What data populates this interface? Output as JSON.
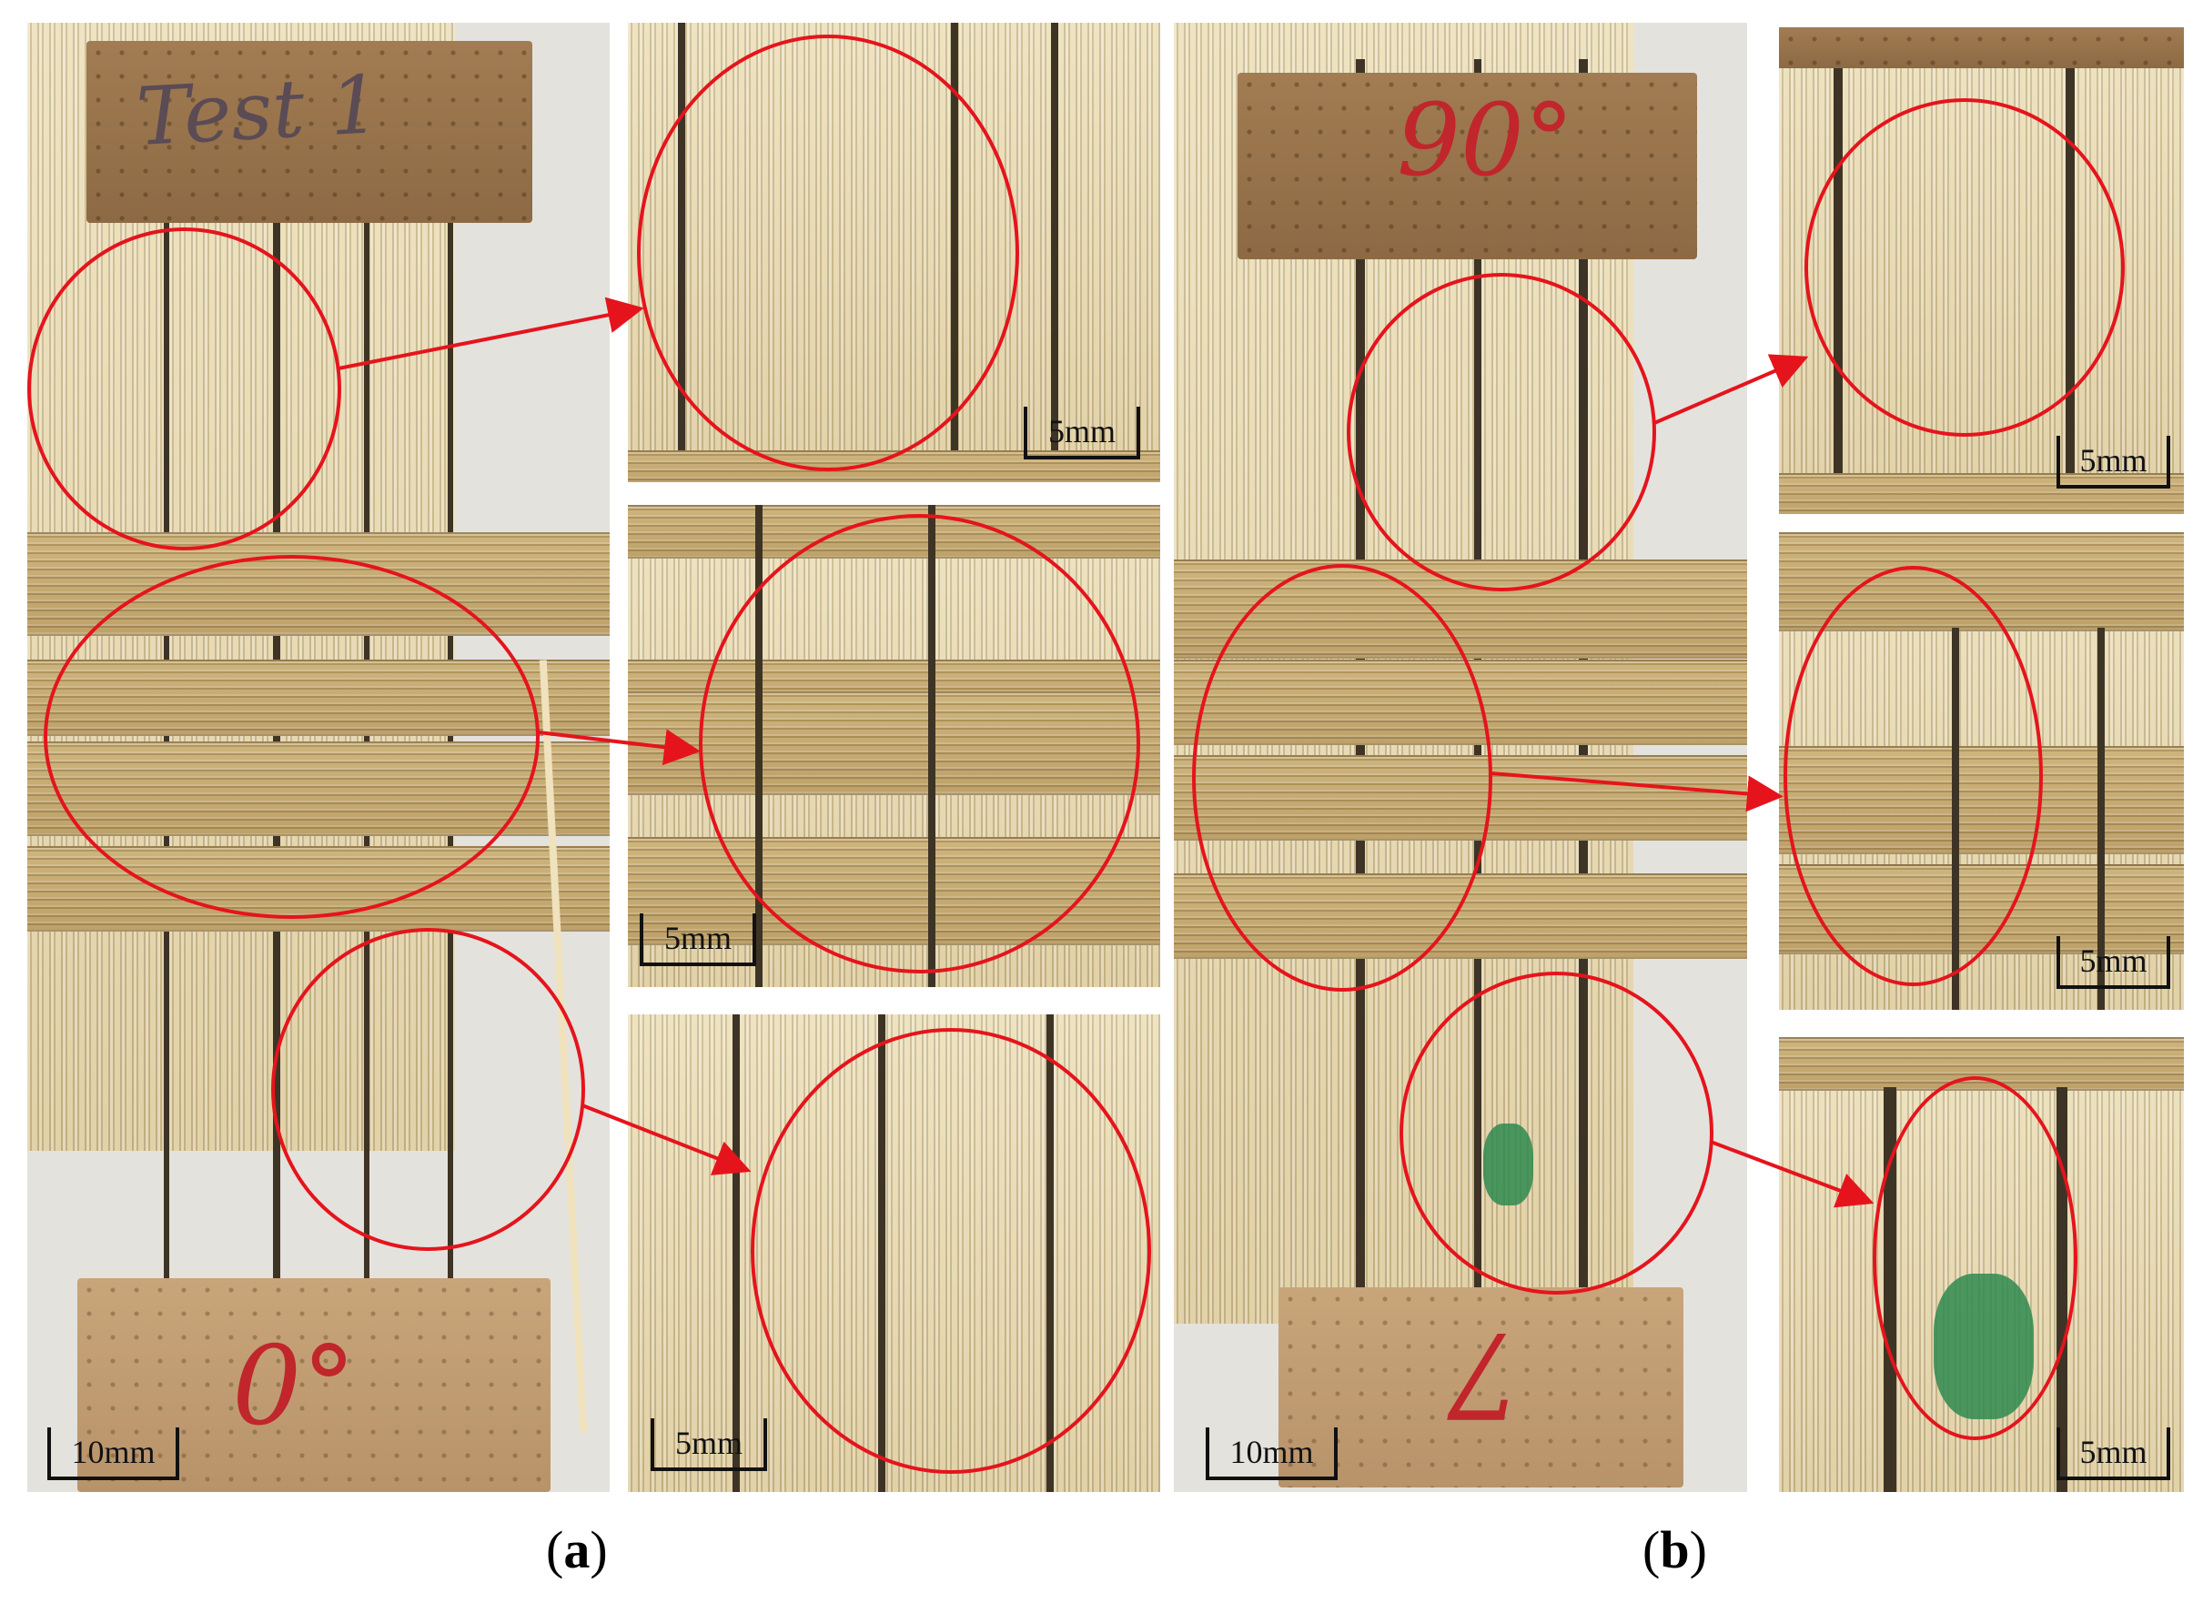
{
  "figure": {
    "panel_a": {
      "caption_open": "(",
      "caption_letter": "a",
      "caption_close": ")",
      "tab_top_text": "Test 1",
      "tab_bottom_text": "0°",
      "main_scale_label": "10mm",
      "detail_scale_labels": [
        "5mm",
        "5mm",
        "5mm"
      ]
    },
    "panel_b": {
      "caption_open": "(",
      "caption_letter": "b",
      "caption_close": ")",
      "tab_top_text": "90°",
      "tab_bottom_text": "7",
      "main_scale_label": "10mm",
      "detail_scale_labels": [
        "5mm",
        "5mm",
        "5mm"
      ]
    }
  },
  "colors": {
    "highlight": "#e5141c",
    "ink": "#c0262c",
    "scale_bar": "#111111",
    "green_ink": "#2e8a4f"
  }
}
